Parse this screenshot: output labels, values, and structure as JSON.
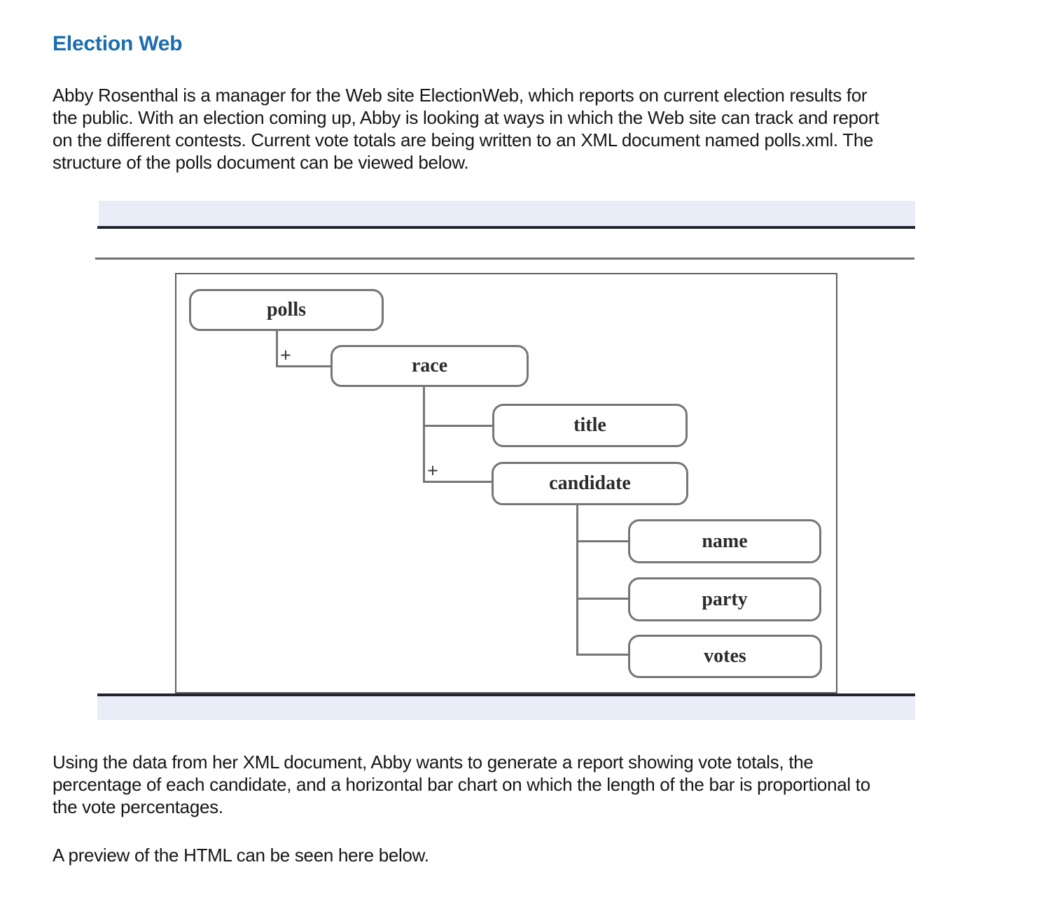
{
  "document": {
    "heading": "Election Web",
    "intro_lines": [
      "Abby Rosenthal is a manager for the Web site ElectionWeb, which reports on current election results for",
      "the public. With an election coming up, Abby is looking at ways in which the Web site can track and report",
      "on the different contests. Current vote totals are being written to an XML document named polls.xml. The",
      "structure of the polls document can be viewed below."
    ],
    "report_lines": [
      "Using the data from her XML document, Abby wants to generate a report showing vote totals, the",
      "percentage of each candidate, and a horizontal bar chart on which the length of the bar is proportional to",
      "the vote percentages."
    ],
    "preview_line": "A preview of the HTML can be seen here below."
  },
  "figure": {
    "diagram": {
      "nodes": {
        "polls": "polls",
        "race": "race",
        "title": "title",
        "candidate": "candidate",
        "name": "name",
        "party": "party",
        "votes": "votes"
      },
      "repeat_marker_polls_race": "+",
      "repeat_marker_race_candidate": "+"
    },
    "colors": {
      "band": "#e9edf8",
      "dark_rule": "#23232d",
      "gray_rule": "#6e6e6e",
      "node_border": "#767676"
    }
  },
  "colors": {
    "heading": "#1b6dad",
    "body_text": "#161616",
    "background": "#ffffff"
  }
}
